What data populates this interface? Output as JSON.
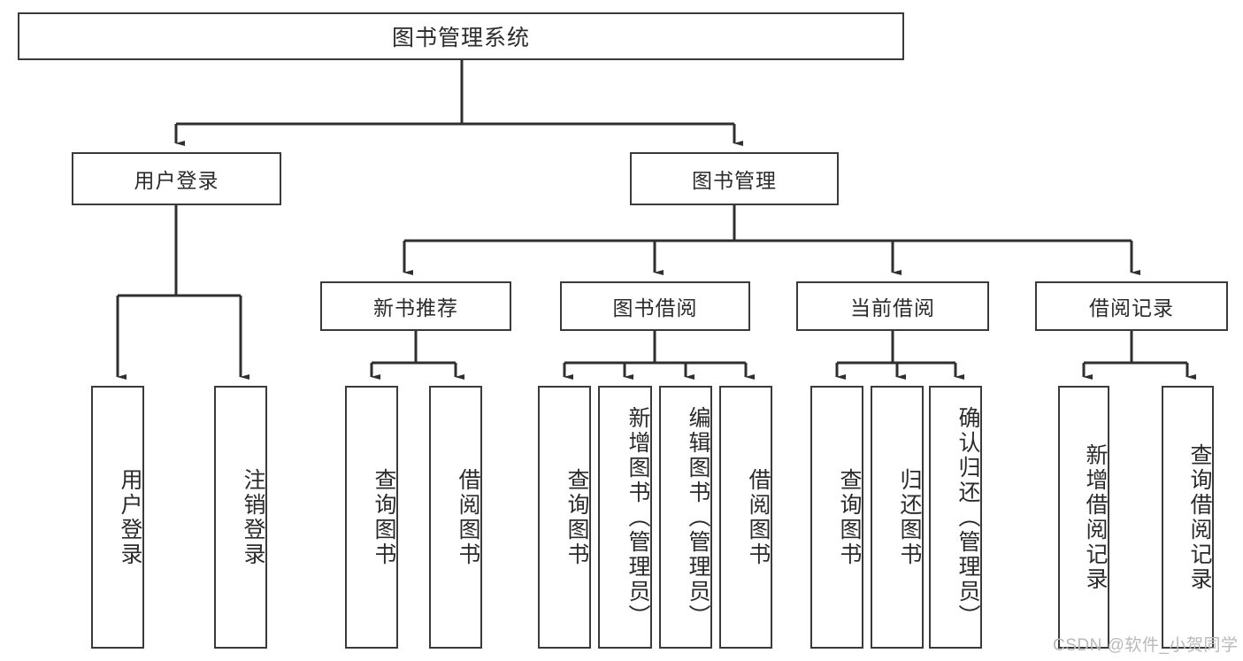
{
  "diagram": {
    "title": "图书管理系统",
    "type": "hierarchy-tree",
    "watermark": "CSDN @软件_小贺同学",
    "colors": {
      "box_border": "#3a3a3a",
      "edge": "#2f2f2f",
      "background": "#ffffff",
      "text": "#2b2b2b",
      "watermark": "#b9b9b9"
    },
    "root": {
      "label": "图书管理系统"
    },
    "level2": [
      {
        "label": "用户登录"
      },
      {
        "label": "图书管理"
      }
    ],
    "level3": [
      {
        "label": "新书推荐"
      },
      {
        "label": "图书借阅"
      },
      {
        "label": "当前借阅"
      },
      {
        "label": "借阅记录"
      }
    ],
    "leaves": {
      "user_login": [
        {
          "label": "用户登录"
        },
        {
          "label": "注销登录"
        }
      ],
      "new_book_recommend": [
        {
          "label": "查询图书"
        },
        {
          "label": "借阅图书"
        }
      ],
      "book_borrow": [
        {
          "label": "查询图书"
        },
        {
          "label": "新增图书（管理员）"
        },
        {
          "label": "编辑图书（管理员）"
        },
        {
          "label": "借阅图书"
        }
      ],
      "current_borrow": [
        {
          "label": "查询图书"
        },
        {
          "label": "归还图书"
        },
        {
          "label": "确认归还（管理员）"
        }
      ],
      "borrow_records": [
        {
          "label": "新增借阅记录"
        },
        {
          "label": "查询借阅记录"
        }
      ]
    }
  }
}
